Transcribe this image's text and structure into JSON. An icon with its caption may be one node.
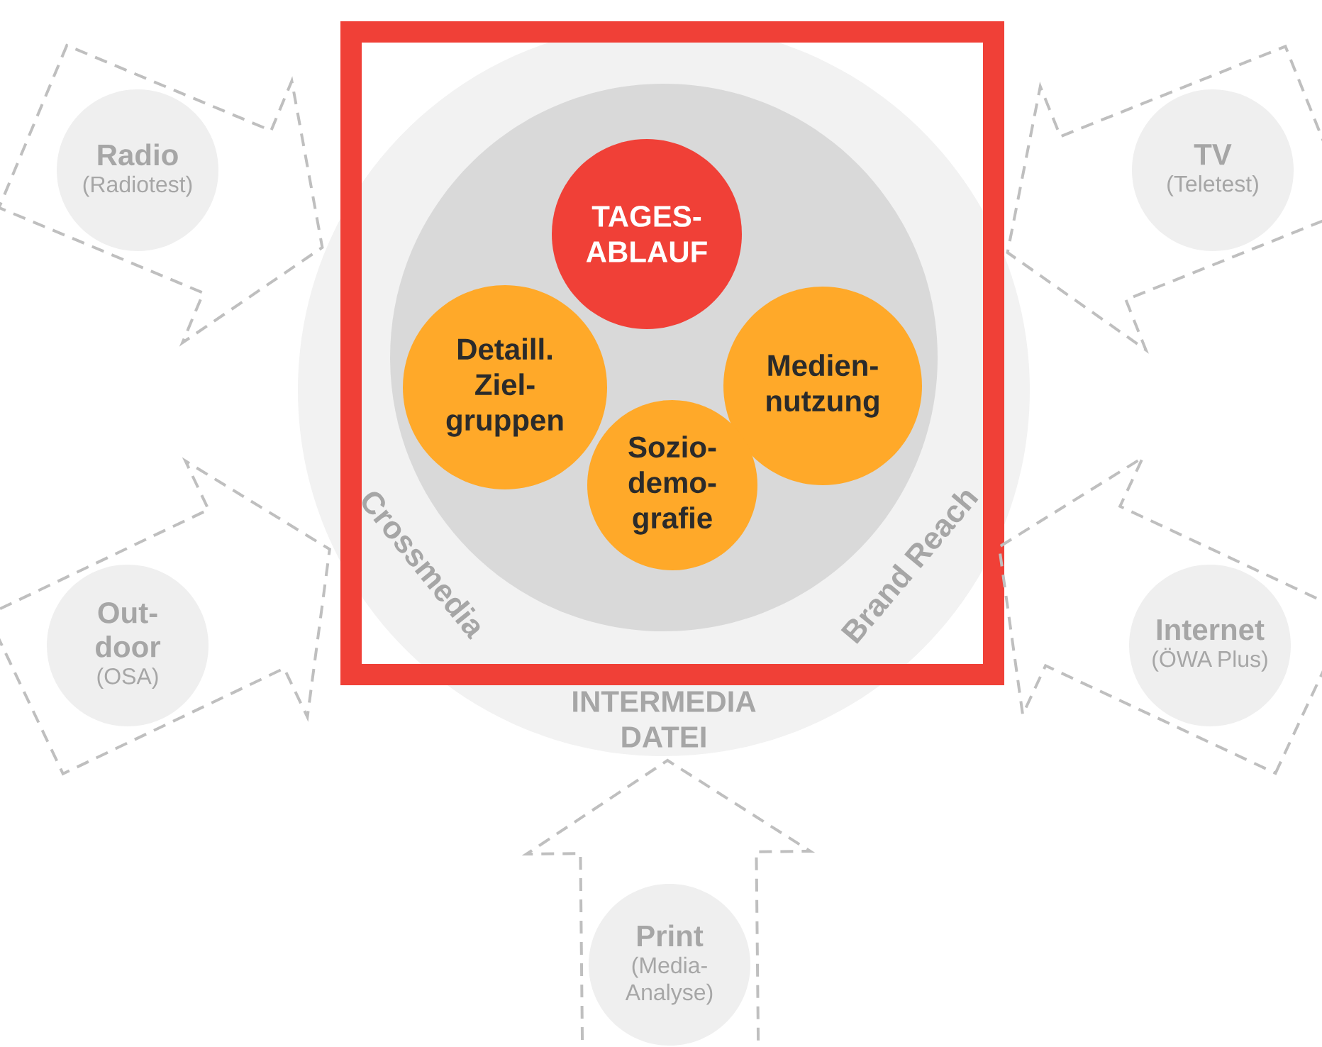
{
  "diagram": {
    "nodes": [
      {
        "text": [
          "INTERMEDIA DATEI"
        ]
      },
      {
        "text": [],
        "shape": "circle",
        "in": 0
      },
      {
        "text": [
          "TAGES- ABLAUF"
        ],
        "in": 1
      },
      {
        "text": [
          "Detaill. Ziel- gruppen"
        ],
        "in": 1
      },
      {
        "text": [
          "Medien- nutzung"
        ],
        "in": 1
      },
      {
        "text": [
          "Sozio- demo- grafie"
        ],
        "in": 1
      },
      {
        "text": [
          "Radio",
          "(Radiotest)"
        ]
      },
      {
        "text": [
          "TV",
          "(Teletest)"
        ]
      },
      {
        "text": [
          "Out- door",
          "(OSA)"
        ]
      },
      {
        "text": [
          "Internet",
          "(ÖWA Plus)"
        ]
      },
      {
        "text": [
          "Print",
          "(Media- Analyse)"
        ]
      }
    ],
    "edges": [
      {
        "from": 6,
        "to": 0,
        "arrow": "to",
        "style": "dashed"
      },
      {
        "from": 7,
        "to": 0,
        "arrow": "to",
        "style": "dashed"
      },
      {
        "from": 8,
        "to": 0,
        "arrow": "to",
        "style": "dashed"
      },
      {
        "from": 9,
        "to": 0,
        "arrow": "to",
        "style": "dashed"
      },
      {
        "from": 10,
        "to": 0,
        "arrow": "to",
        "style": "dashed"
      }
    ],
    "labels": [
      "Crossmedia",
      "Brand Reach"
    ]
  }
}
